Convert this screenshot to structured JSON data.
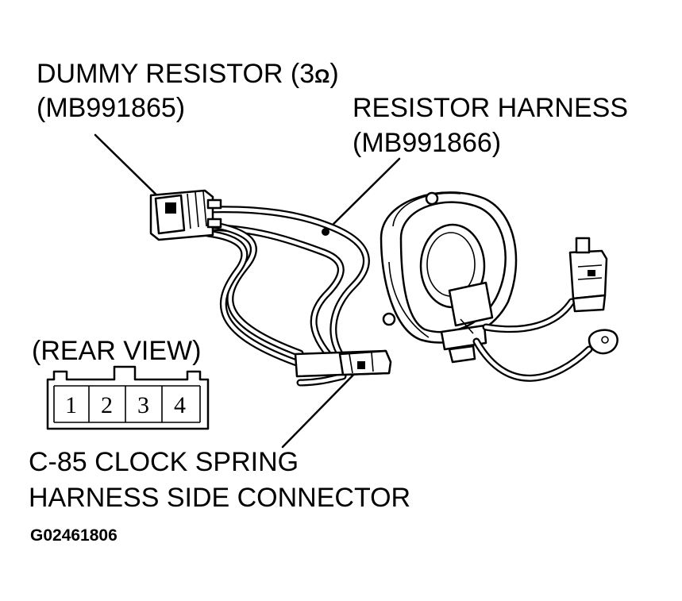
{
  "labels": {
    "dummy_resistor_line1": "DUMMY RESISTOR (3",
    "ohm_symbol": "Ω",
    "dummy_resistor_close": ")",
    "dummy_resistor_part": "(MB991865)",
    "resistor_harness_line1": "RESISTOR HARNESS",
    "resistor_harness_part": "(MB991866)",
    "rear_view": "(REAR VIEW)",
    "connector_line1": "C-85 CLOCK SPRING",
    "connector_line2": "HARNESS SIDE CONNECTOR",
    "figure_code": "G02461806"
  },
  "connector_pins": [
    "1",
    "2",
    "3",
    "4"
  ]
}
